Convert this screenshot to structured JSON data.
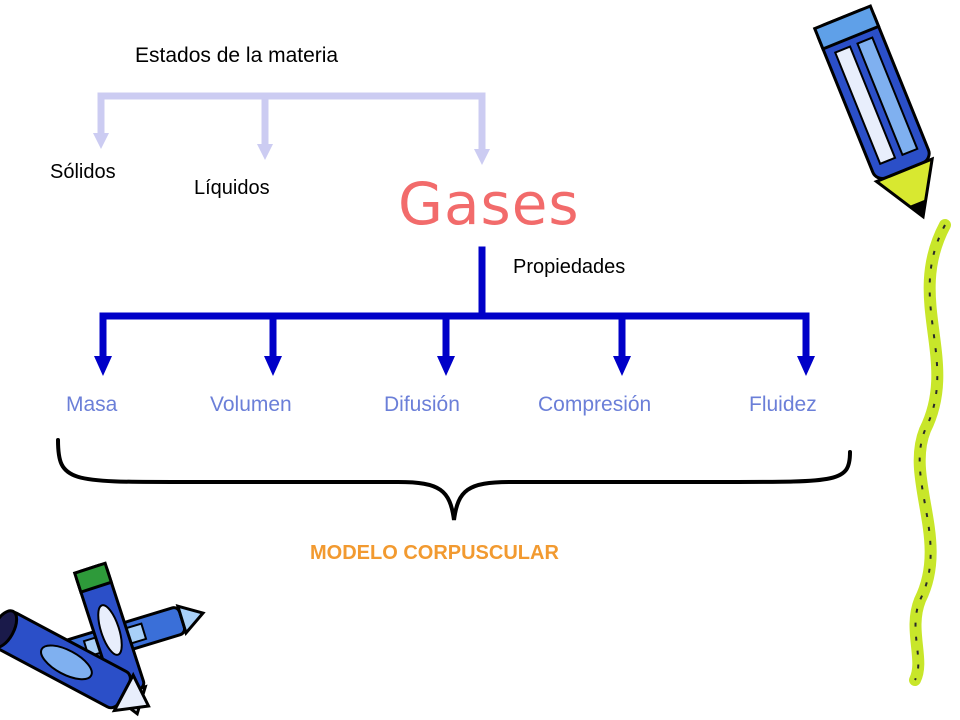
{
  "diagram": {
    "title": "Estados de la materia",
    "states": [
      "Sólidos",
      "Líquidos",
      "Gases"
    ],
    "properties_label": "Propiedades",
    "properties": [
      "Masa",
      "Volumen",
      "Difusión",
      "Compresión",
      "Fluidez"
    ],
    "model_label": "MODELO CORPUSCULAR"
  },
  "colors": {
    "top_connector": "#ccccf2",
    "bottom_connector": "#0000c8",
    "gases_text": "#f26b6b",
    "property_text": "#6b7fd8",
    "model_text": "#f29a30",
    "brace": "#000000"
  },
  "icons": [
    "pencil-icon",
    "crayon-icon",
    "green-ribbon"
  ]
}
